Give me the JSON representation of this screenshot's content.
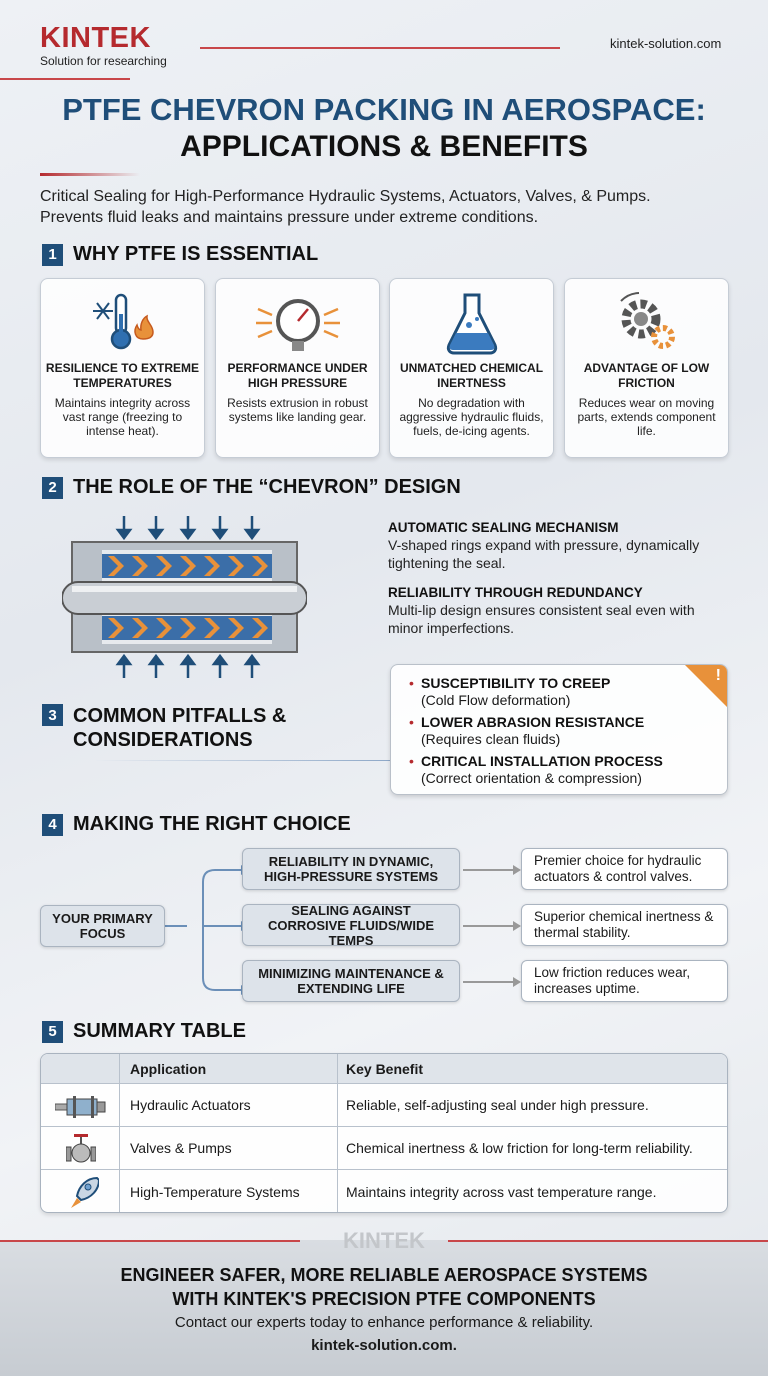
{
  "header": {
    "logo": "KINTEK",
    "tagline": "Solution for researching",
    "url": "kintek-solution.com"
  },
  "title": {
    "line1": "PTFE CHEVRON PACKING IN AEROSPACE:",
    "line2": "APPLICATIONS & BENEFITS"
  },
  "subtitle": {
    "line1": "Critical Sealing for High-Performance Hydraulic Systems, Actuators, Valves, & Pumps.",
    "line2": "Prevents fluid leaks and maintains pressure under extreme conditions."
  },
  "colors": {
    "brand_red": "#b52a2e",
    "accent_blue": "#1f4e79",
    "orange": "#e8913a"
  },
  "sections": [
    {
      "num": "1",
      "title": "WHY PTFE IS ESSENTIAL"
    },
    {
      "num": "2",
      "title": "THE ROLE OF THE “CHEVRON” DESIGN"
    },
    {
      "num": "3",
      "title": "COMMON PITFALLS & CONSIDERATIONS"
    },
    {
      "num": "4",
      "title": "MAKING THE RIGHT CHOICE"
    },
    {
      "num": "5",
      "title": "SUMMARY TABLE"
    }
  ],
  "cards": [
    {
      "icon": "thermometer-snowflake-flame-icon",
      "title": "RESILIENCE TO EXTREME TEMPERATURES",
      "desc": "Maintains integrity across vast range (freezing to intense heat)."
    },
    {
      "icon": "pressure-gauge-icon",
      "title": "PERFORMANCE UNDER HIGH PRESSURE",
      "desc": "Resists extrusion in robust systems like landing gear."
    },
    {
      "icon": "flask-icon",
      "title": "UNMATCHED CHEMICAL INERTNESS",
      "desc": "No degradation with aggressive hydraulic fluids, fuels, de-icing agents."
    },
    {
      "icon": "gears-icon",
      "title": "ADVANTAGE OF LOW FRICTION",
      "desc": "Reduces wear on moving parts, extends component life."
    }
  ],
  "chevron": {
    "points": [
      {
        "title": "AUTOMATIC SEALING MECHANISM",
        "desc": "V-shaped rings expand with pressure, dynamically tightening the seal."
      },
      {
        "title": "RELIABILITY THROUGH REDUNDANCY",
        "desc": "Multi-lip design ensures consistent seal even with minor imperfections."
      }
    ]
  },
  "pitfalls": {
    "badge": "!",
    "items": [
      {
        "title": "SUSCEPTIBILITY TO CREEP",
        "desc": "(Cold Flow deformation)"
      },
      {
        "title": "LOWER ABRASION RESISTANCE",
        "desc": "(Requires clean fluids)"
      },
      {
        "title": "CRITICAL INSTALLATION PROCESS",
        "desc": "(Correct orientation & compression)"
      }
    ]
  },
  "choice": {
    "focus": "YOUR PRIMARY FOCUS",
    "rows": [
      {
        "focus": "RELIABILITY IN DYNAMIC, HIGH-PRESSURE SYSTEMS",
        "result": "Premier choice for hydraulic actuators & control valves."
      },
      {
        "focus": "SEALING AGAINST CORROSIVE FLUIDS/WIDE TEMPS",
        "result": "Superior chemical inertness & thermal stability."
      },
      {
        "focus": "MINIMIZING MAINTENANCE & EXTENDING LIFE",
        "result": "Low friction reduces wear, increases uptime."
      }
    ]
  },
  "table": {
    "headers": [
      "Application",
      "Key Benefit"
    ],
    "rows": [
      {
        "icon": "hydraulic-actuator-icon",
        "app": "Hydraulic Actuators",
        "benefit": "Reliable, self-adjusting seal under high pressure."
      },
      {
        "icon": "valve-icon",
        "app": "Valves & Pumps",
        "benefit": "Chemical inertness & low friction for long-term reliability."
      },
      {
        "icon": "rocket-icon",
        "app": "High-Temperature Systems",
        "benefit": "Maintains integrity across vast temperature range."
      }
    ]
  },
  "footer": {
    "watermark": "KINTEK",
    "line1": "ENGINEER SAFER, MORE RELIABLE AEROSPACE SYSTEMS",
    "line2": "WITH KINTEK'S PRECISION PTFE COMPONENTS",
    "contact": "Contact our experts today to enhance performance & reliability.",
    "url": "kintek-solution.com."
  }
}
